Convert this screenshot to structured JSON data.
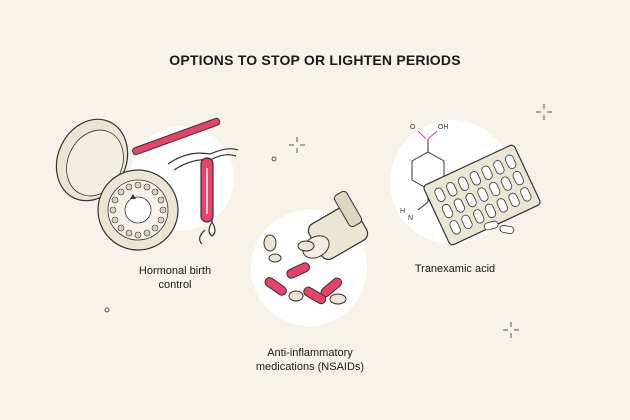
{
  "title": "OPTIONS TO STOP OR LIGHTEN PERIODS",
  "options": [
    {
      "label_line1": "Hormonal birth",
      "label_line2": "control"
    },
    {
      "label_line1": "Anti-inflammatory",
      "label_line2": "medications (NSAIDs)"
    },
    {
      "label_line1": "Tranexamic acid",
      "label_line2": ""
    }
  ],
  "chemical": {
    "oh": "OH",
    "o": "O",
    "h": "H",
    "n": "N"
  },
  "colors": {
    "background": "#f7f3ea",
    "circle": "#ffffff",
    "accent": "#e8426a",
    "pale": "#ebe6d3",
    "outline": "#333333"
  },
  "icons": [
    "pill-pack-icon",
    "iud-icon",
    "pill-bottle-icon",
    "blister-pack-icon",
    "sparkle-icon"
  ]
}
